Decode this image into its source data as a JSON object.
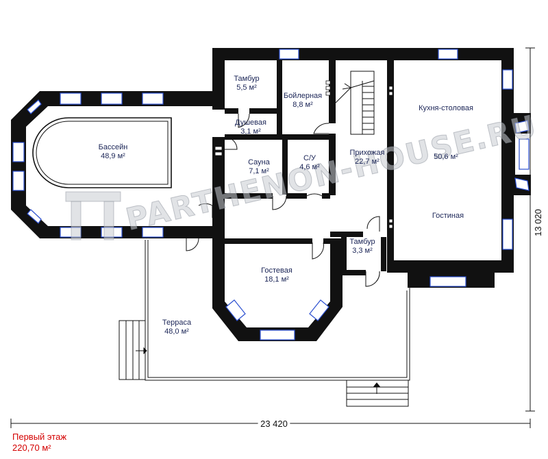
{
  "watermark": {
    "text": "PARTHENON-HOUSE.RU"
  },
  "dimensions": {
    "width": "23 420",
    "depth": "13 020"
  },
  "floor": {
    "name": "Первый этаж",
    "area": "220,70 м²"
  },
  "rooms": {
    "pool": {
      "name": "Бассейн",
      "area": "48,9 м²"
    },
    "vestibule1": {
      "name": "Тамбур",
      "area": "5,5 м²"
    },
    "boiler": {
      "name": "Бойлерная",
      "area": "8,8 м²"
    },
    "shower": {
      "name": "Душевая",
      "area": "3,1 м²"
    },
    "sauna": {
      "name": "Сауна",
      "area": "7,1 м²"
    },
    "wc": {
      "name": "С/У",
      "area": "4,6 м²"
    },
    "hall": {
      "name": "Прихожая",
      "area": "22,7 м²"
    },
    "kitchen": {
      "name": "Кухня-столовая",
      "area": "50,6 м²"
    },
    "living": {
      "name": "Гостиная",
      "area": ""
    },
    "vestibule2": {
      "name": "Тамбур",
      "area": "3,3 м²"
    },
    "guest": {
      "name": "Гостевая",
      "area": "18,1 м²"
    },
    "terrace": {
      "name": "Терраса",
      "area": "48,0 м²"
    }
  },
  "colors": {
    "wall": "#111111",
    "window": "#2b4fd0",
    "label": "#1a2456",
    "caption": "#d40000"
  }
}
